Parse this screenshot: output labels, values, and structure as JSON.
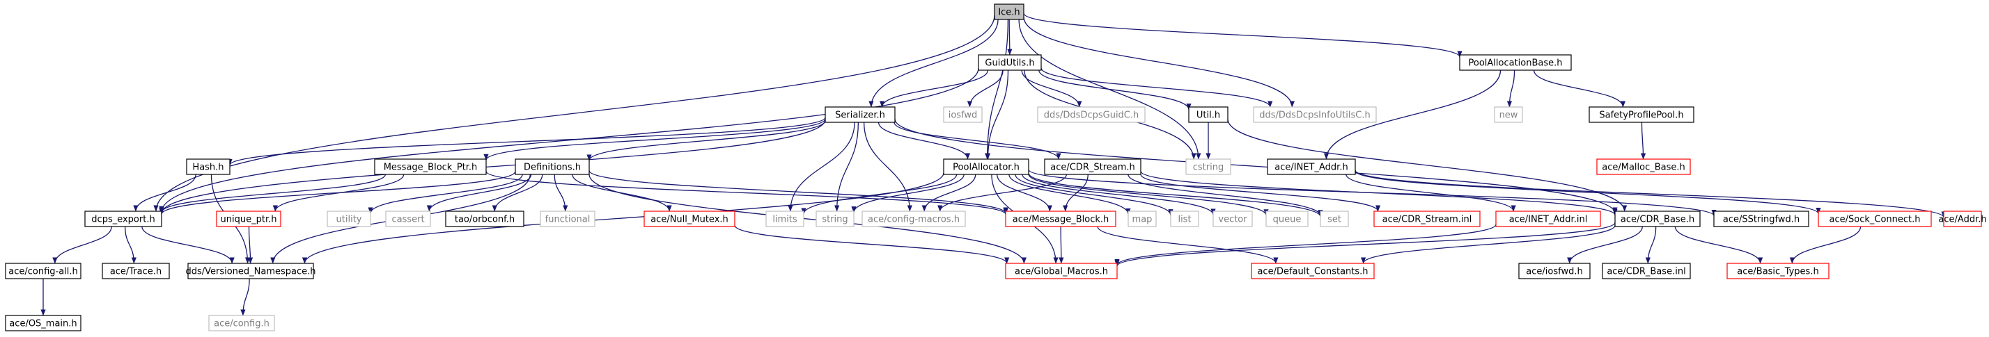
{
  "graph": {
    "title": "",
    "style": {
      "edge_color": "#191970",
      "root_fill": "#bfbfbf",
      "normal_border": "#000000",
      "truncated_border": "#ff0000",
      "external_border": "#bfbfbf",
      "external_text": "#7f7f7f",
      "text_color": "#000000"
    },
    "nodes": [
      {
        "id": "ice",
        "label": "Ice.h",
        "kind": "root"
      },
      {
        "id": "guidutils",
        "label": "GuidUtils.h",
        "kind": "normal"
      },
      {
        "id": "poolallocationbase",
        "label": "PoolAllocationBase.h",
        "kind": "normal"
      },
      {
        "id": "serializer",
        "label": "Serializer.h",
        "kind": "normal"
      },
      {
        "id": "iosfwd",
        "label": "iosfwd",
        "kind": "external"
      },
      {
        "id": "ddsguidc",
        "label": "dds/DdsDcpsGuidC.h",
        "kind": "external"
      },
      {
        "id": "util",
        "label": "Util.h",
        "kind": "normal"
      },
      {
        "id": "ddsinfoutils",
        "label": "dds/DdsDcpsInfoUtilsC.h",
        "kind": "external"
      },
      {
        "id": "new",
        "label": "new",
        "kind": "external"
      },
      {
        "id": "safetyprofilepool",
        "label": "SafetyProfilePool.h",
        "kind": "normal"
      },
      {
        "id": "hash",
        "label": "Hash.h",
        "kind": "normal"
      },
      {
        "id": "messageblockptr",
        "label": "Message_Block_Ptr.h",
        "kind": "normal"
      },
      {
        "id": "definitions",
        "label": "Definitions.h",
        "kind": "normal"
      },
      {
        "id": "poolallocator",
        "label": "PoolAllocator.h",
        "kind": "normal"
      },
      {
        "id": "cdrstream",
        "label": "ace/CDR_Stream.h",
        "kind": "normal"
      },
      {
        "id": "cstring",
        "label": "cstring",
        "kind": "external"
      },
      {
        "id": "inetaddr",
        "label": "ace/INET_Addr.h",
        "kind": "normal"
      },
      {
        "id": "mallocbase",
        "label": "ace/Malloc_Base.h",
        "kind": "truncated"
      },
      {
        "id": "dcpsexport",
        "label": "dcps_export.h",
        "kind": "normal"
      },
      {
        "id": "uniqueptr",
        "label": "unique_ptr.h",
        "kind": "truncated"
      },
      {
        "id": "utility",
        "label": "utility",
        "kind": "external"
      },
      {
        "id": "cassert",
        "label": "cassert",
        "kind": "external"
      },
      {
        "id": "orbconf",
        "label": "tao/orbconf.h",
        "kind": "normal"
      },
      {
        "id": "functional",
        "label": "functional",
        "kind": "external"
      },
      {
        "id": "nullmutex",
        "label": "ace/Null_Mutex.h",
        "kind": "truncated"
      },
      {
        "id": "limits",
        "label": "limits",
        "kind": "external"
      },
      {
        "id": "string",
        "label": "string",
        "kind": "external"
      },
      {
        "id": "configmacros",
        "label": "ace/config-macros.h",
        "kind": "external"
      },
      {
        "id": "messageblock",
        "label": "ace/Message_Block.h",
        "kind": "truncated"
      },
      {
        "id": "map",
        "label": "map",
        "kind": "external"
      },
      {
        "id": "list",
        "label": "list",
        "kind": "external"
      },
      {
        "id": "vector",
        "label": "vector",
        "kind": "external"
      },
      {
        "id": "queue",
        "label": "queue",
        "kind": "external"
      },
      {
        "id": "set",
        "label": "set",
        "kind": "external"
      },
      {
        "id": "cdrstreaminl",
        "label": "ace/CDR_Stream.inl",
        "kind": "truncated"
      },
      {
        "id": "inetaddrinl",
        "label": "ace/INET_Addr.inl",
        "kind": "truncated"
      },
      {
        "id": "cdrbase",
        "label": "ace/CDR_Base.h",
        "kind": "normal"
      },
      {
        "id": "sstringfwd",
        "label": "ace/SStringfwd.h",
        "kind": "normal"
      },
      {
        "id": "sockconnect",
        "label": "ace/Sock_Connect.h",
        "kind": "truncated"
      },
      {
        "id": "addr",
        "label": "ace/Addr.h",
        "kind": "truncated"
      },
      {
        "id": "configall",
        "label": "ace/config-all.h",
        "kind": "normal"
      },
      {
        "id": "trace",
        "label": "ace/Trace.h",
        "kind": "normal"
      },
      {
        "id": "versionedns",
        "label": "dds/Versioned_Namespace.h",
        "kind": "normal"
      },
      {
        "id": "globalmacros",
        "label": "ace/Global_Macros.h",
        "kind": "truncated"
      },
      {
        "id": "defaultconstants",
        "label": "ace/Default_Constants.h",
        "kind": "truncated"
      },
      {
        "id": "iosfwdh",
        "label": "ace/iosfwd.h",
        "kind": "normal"
      },
      {
        "id": "cdrbaseinl",
        "label": "ace/CDR_Base.inl",
        "kind": "normal"
      },
      {
        "id": "basictypes",
        "label": "ace/Basic_Types.h",
        "kind": "truncated"
      },
      {
        "id": "osmain",
        "label": "ace/OS_main.h",
        "kind": "normal"
      },
      {
        "id": "aceconfig",
        "label": "ace/config.h",
        "kind": "external"
      }
    ],
    "edges": [
      [
        "ice",
        "guidutils"
      ],
      [
        "ice",
        "poolallocationbase"
      ],
      [
        "ice",
        "serializer"
      ],
      [
        "ice",
        "ddsinfoutils"
      ],
      [
        "ice",
        "poolallocator"
      ],
      [
        "ice",
        "dcpsexport"
      ],
      [
        "ice",
        "cstring"
      ],
      [
        "guidutils",
        "serializer"
      ],
      [
        "guidutils",
        "iosfwd"
      ],
      [
        "guidutils",
        "ddsguidc"
      ],
      [
        "guidutils",
        "util"
      ],
      [
        "guidutils",
        "ddsinfoutils"
      ],
      [
        "guidutils",
        "poolallocator"
      ],
      [
        "guidutils",
        "cstring"
      ],
      [
        "guidutils",
        "dcpsexport"
      ],
      [
        "poolallocationbase",
        "new"
      ],
      [
        "poolallocationbase",
        "safetyprofilepool"
      ],
      [
        "poolallocationbase",
        "inetaddr"
      ],
      [
        "safetyprofilepool",
        "mallocbase"
      ],
      [
        "serializer",
        "hash"
      ],
      [
        "serializer",
        "messageblockptr"
      ],
      [
        "serializer",
        "definitions"
      ],
      [
        "serializer",
        "poolallocator"
      ],
      [
        "serializer",
        "cdrstream"
      ],
      [
        "serializer",
        "limits"
      ],
      [
        "serializer",
        "string"
      ],
      [
        "serializer",
        "configmacros"
      ],
      [
        "serializer",
        "dcpsexport"
      ],
      [
        "serializer",
        "cdrbase"
      ],
      [
        "util",
        "cstring"
      ],
      [
        "util",
        "cdrbase"
      ],
      [
        "hash",
        "dcpsexport"
      ],
      [
        "hash",
        "versionedns"
      ],
      [
        "messageblockptr",
        "uniqueptr"
      ],
      [
        "messageblockptr",
        "messageblock"
      ],
      [
        "messageblockptr",
        "dcpsexport"
      ],
      [
        "definitions",
        "utility"
      ],
      [
        "definitions",
        "cassert"
      ],
      [
        "definitions",
        "orbconf"
      ],
      [
        "definitions",
        "functional"
      ],
      [
        "definitions",
        "nullmutex"
      ],
      [
        "definitions",
        "globalmacros"
      ],
      [
        "definitions",
        "versionedns"
      ],
      [
        "definitions",
        "dcpsexport"
      ],
      [
        "definitions",
        "messageblock"
      ],
      [
        "poolallocator",
        "limits"
      ],
      [
        "poolallocator",
        "string"
      ],
      [
        "poolallocator",
        "configmacros"
      ],
      [
        "poolallocator",
        "messageblock"
      ],
      [
        "poolallocator",
        "map"
      ],
      [
        "poolallocator",
        "list"
      ],
      [
        "poolallocator",
        "vector"
      ],
      [
        "poolallocator",
        "queue"
      ],
      [
        "poolallocator",
        "set"
      ],
      [
        "poolallocator",
        "versionedns"
      ],
      [
        "poolallocator",
        "sstringfwd"
      ],
      [
        "poolallocator",
        "globalmacros"
      ],
      [
        "cdrstream",
        "messageblock"
      ],
      [
        "cdrstream",
        "cdrstreaminl"
      ],
      [
        "cdrstream",
        "cdrbase"
      ],
      [
        "cdrstream",
        "set"
      ],
      [
        "cdrstream",
        "configmacros"
      ],
      [
        "inetaddr",
        "inetaddrinl"
      ],
      [
        "inetaddr",
        "sockconnect"
      ],
      [
        "inetaddr",
        "addr"
      ],
      [
        "dcpsexport",
        "configall"
      ],
      [
        "dcpsexport",
        "trace"
      ],
      [
        "dcpsexport",
        "versionedns"
      ],
      [
        "uniqueptr",
        "versionedns"
      ],
      [
        "nullmutex",
        "globalmacros"
      ],
      [
        "messageblock",
        "globalmacros"
      ],
      [
        "messageblock",
        "defaultconstants"
      ],
      [
        "inetaddrinl",
        "globalmacros"
      ],
      [
        "cdrbase",
        "globalmacros"
      ],
      [
        "cdrbase",
        "defaultconstants"
      ],
      [
        "cdrbase",
        "iosfwdh"
      ],
      [
        "cdrbase",
        "cdrbaseinl"
      ],
      [
        "cdrbase",
        "basictypes"
      ],
      [
        "sockconnect",
        "basictypes"
      ],
      [
        "configall",
        "osmain"
      ],
      [
        "versionedns",
        "aceconfig"
      ]
    ]
  }
}
